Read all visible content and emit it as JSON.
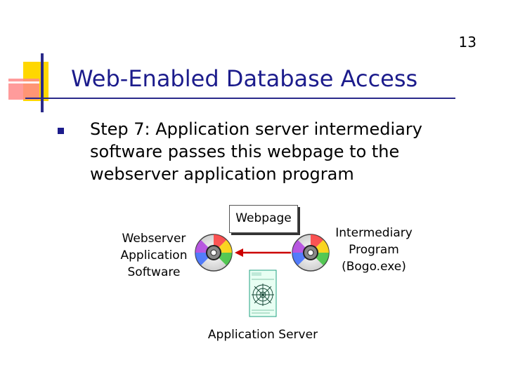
{
  "slide": {
    "number": "13"
  },
  "title": "Web-Enabled Database Access",
  "bullet": {
    "text": "Step 7: Application server intermediary software passes this webpage to the webserver application program"
  },
  "diagram": {
    "webpage_label": "Webpage",
    "webserver_label": [
      "Webserver",
      "Application",
      "Software"
    ],
    "intermediary_label": [
      "Intermediary",
      "Program",
      "(Bogo.exe)"
    ],
    "appserver_label": "Application Server",
    "icons": [
      "cd-disc-icon",
      "cd-disc-icon",
      "document-web-icon"
    ],
    "arrow_color": "#cc0000",
    "title_color": "#1c1c8c"
  }
}
